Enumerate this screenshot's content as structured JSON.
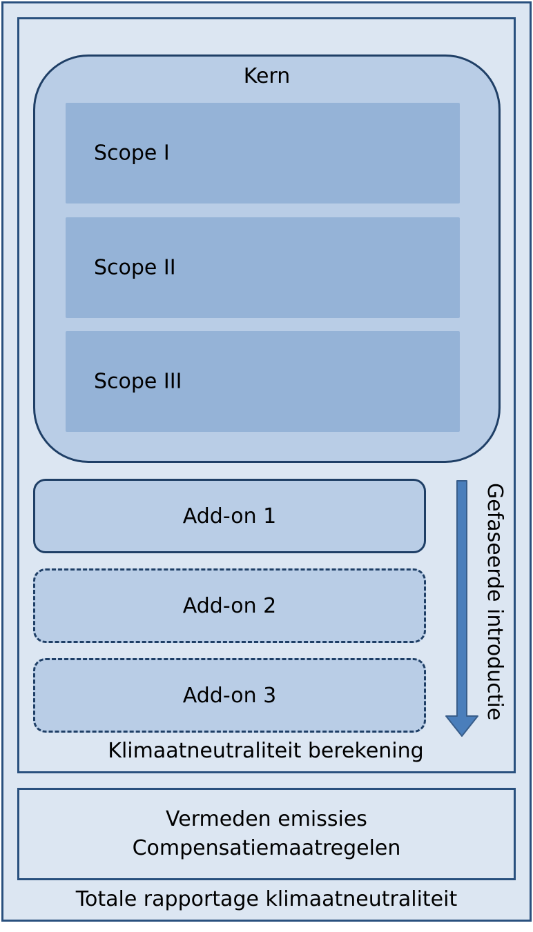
{
  "outer": {
    "title": "Totale rapportage klimaatneutraliteit"
  },
  "calculation": {
    "title": "Klimaatneutraliteit berekening",
    "core": {
      "title": "Kern",
      "scopes": [
        "Scope I",
        "Scope II",
        "Scope III"
      ]
    },
    "addons": [
      {
        "label": "Add-on 1",
        "style": "solid"
      },
      {
        "label": "Add-on 2",
        "style": "dashed"
      },
      {
        "label": "Add-on 3",
        "style": "dashed"
      }
    ],
    "arrow_label": "Gefaseerde introductie"
  },
  "extras": {
    "lines": [
      "Vermeden emissies",
      "Compensatiemaatregelen"
    ]
  },
  "colors": {
    "border": "#29507e",
    "outer_fill": "#dce6f2",
    "core_fill": "#b9cde6",
    "scope_fill": "#95b3d7",
    "arrow_fill": "#4a7ebb"
  }
}
